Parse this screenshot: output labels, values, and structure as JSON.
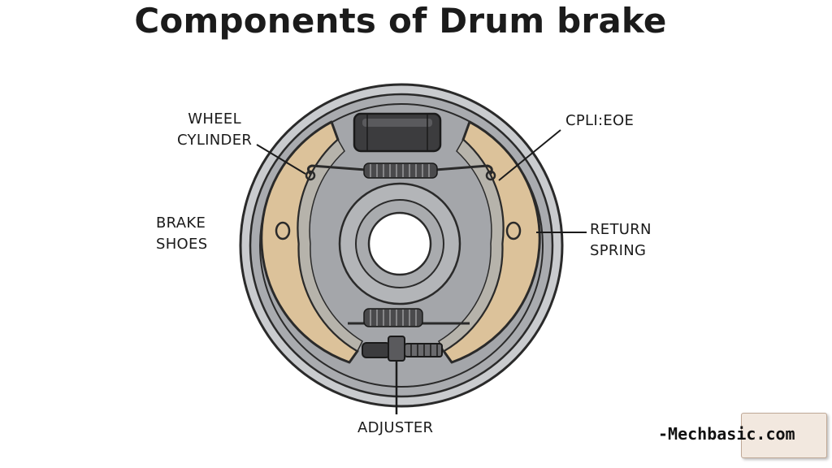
{
  "title": "Components of Drum brake",
  "labels": {
    "wheel_cylinder": [
      "WHEEL",
      "CYLINDER"
    ],
    "cplieoe": "CPLI:EOE",
    "brake_shoes": [
      "BRAKE",
      "SHOES"
    ],
    "return_spring": [
      "RETURN",
      "SPRING"
    ],
    "adjuster": "ADJUSTER"
  },
  "watermark": "-Mechbasic.com",
  "colors": {
    "backing_plate": "#a9abaf",
    "drum_rim": "#c9cbce",
    "shoe_lining": "#dcc29a",
    "outline": "#2a2a2a",
    "text": "#1b1b1b"
  }
}
